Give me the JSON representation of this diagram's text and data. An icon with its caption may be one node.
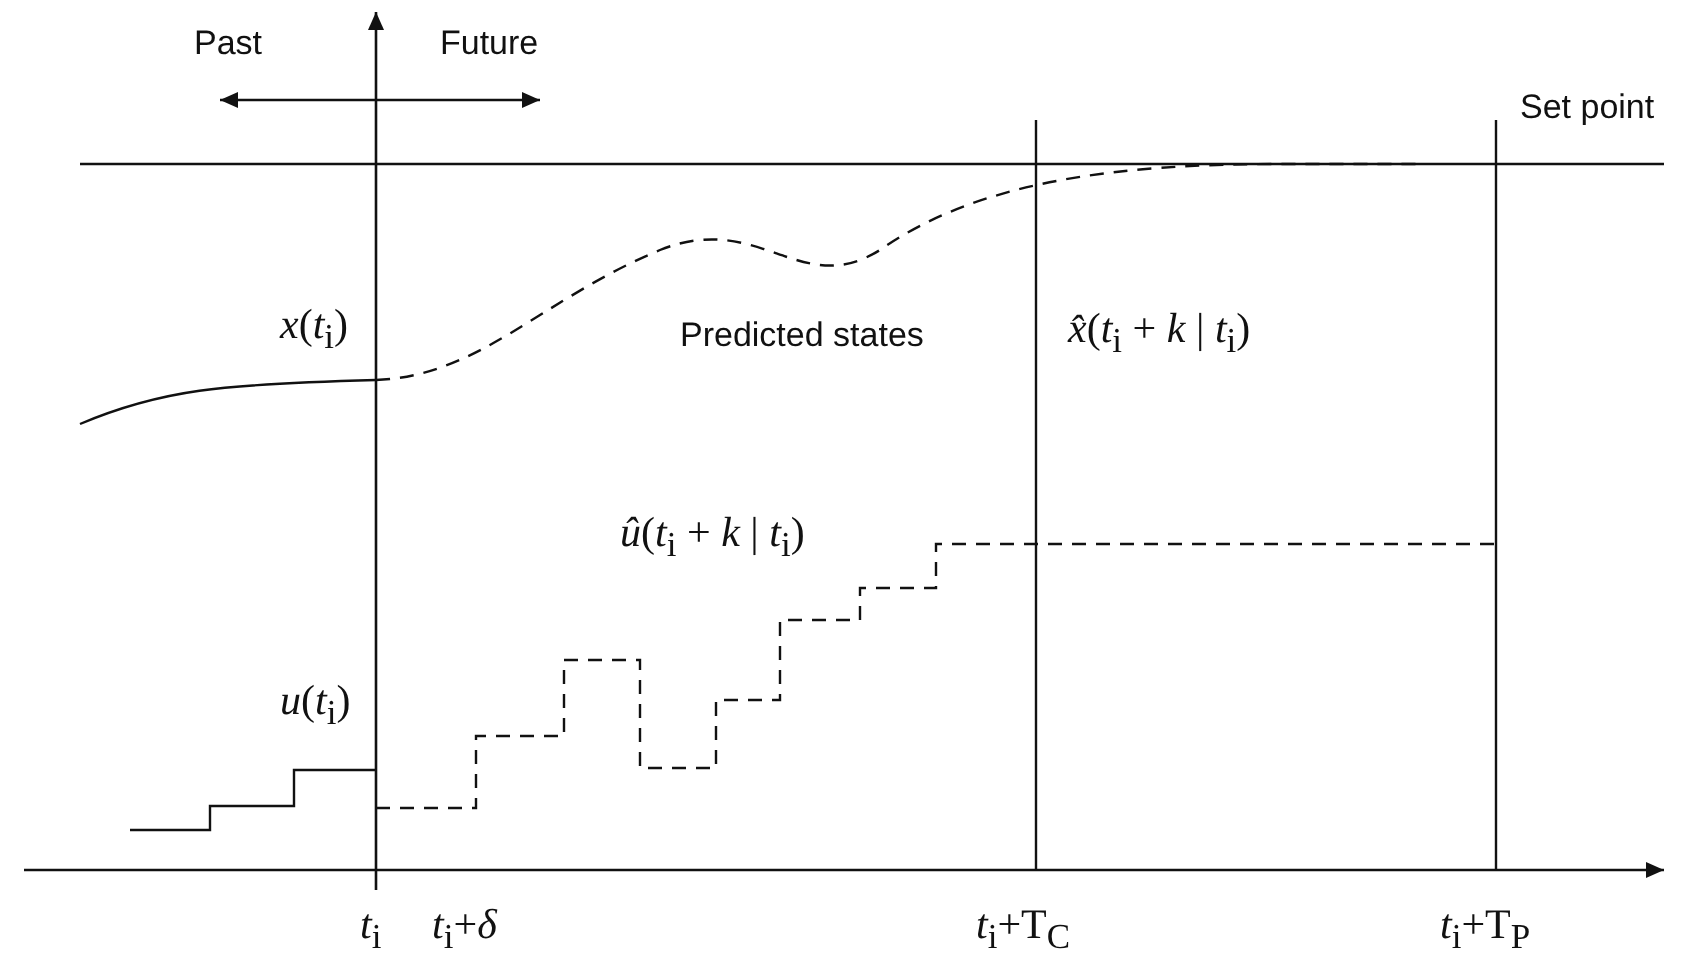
{
  "diagram": {
    "labels": [
      "Past",
      "Future",
      "Set point",
      "*x*(*t*$_{i}$)",
      "Predicted states",
      "*x̂*(*t*$_{i}$ + *k* | *t*$_{i}$)",
      "*û*(*t*$_{i}$ + *k* | *t*$_{i}$)",
      "*u*(*t*$_{i}$)",
      "*t*$_{i}$",
      "*t*$_{i}$+*δ*",
      "*t*$_{i}$+T$_{C}$",
      "*t*$_{i}$+T$_{P}$"
    ]
  }
}
